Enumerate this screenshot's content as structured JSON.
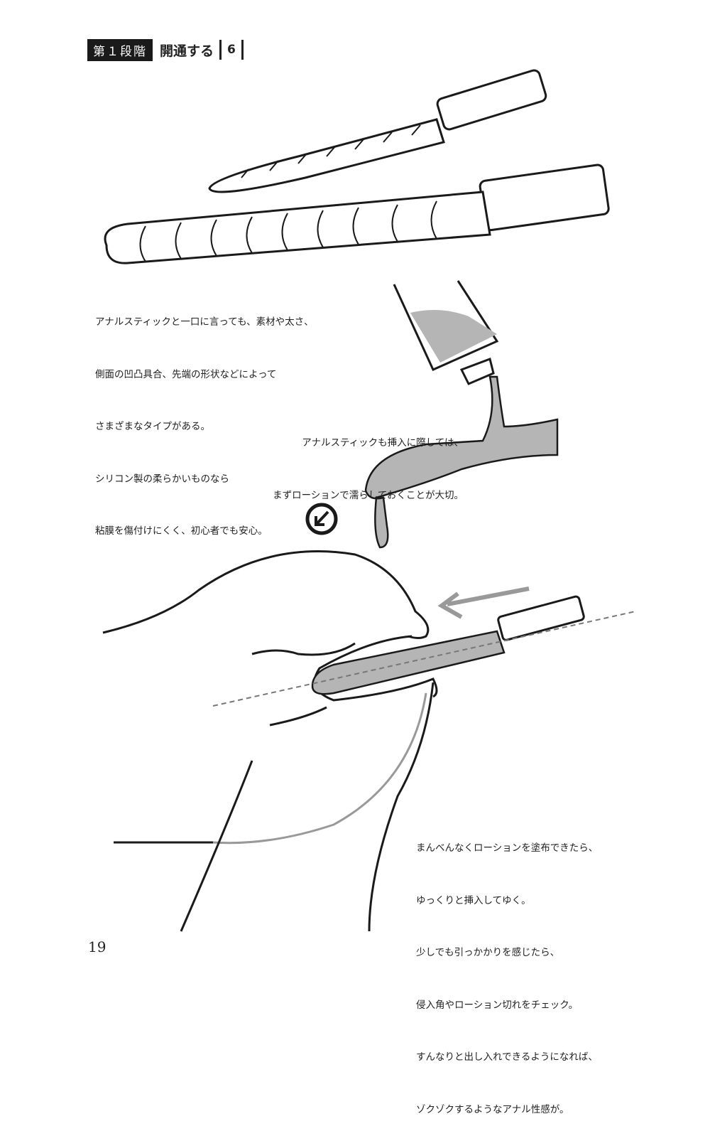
{
  "header": {
    "stage": "第１段階",
    "title": "開通する",
    "number": "6"
  },
  "captions": {
    "types": [
      "アナルスティックと一口に言っても、素材や太さ、",
      "側面の凹凸具合、先端の形状などによって",
      "さまざまなタイプがある。",
      "シリコン製の柔らかいものなら",
      "粘膜を傷付けにくく、初心者でも安心。"
    ],
    "lotion": [
      "アナルスティックも挿入に際しては、",
      "まずローションで濡らしておくことが大切。"
    ],
    "insert": [
      "まんべんなくローションを塗布できたら、",
      "ゆっくりと挿入してゆく。",
      "少しでも引っかかりを感じたら、",
      "侵入角やローション切れをチェック。",
      "すんなりと出し入れできるようになれば、",
      "ゾクゾクするようなアナル性感が。"
    ]
  },
  "page_number": "19",
  "colors": {
    "ink": "#1a1a1a",
    "gray": "#999999",
    "fill_gray": "#b5b5b5"
  }
}
